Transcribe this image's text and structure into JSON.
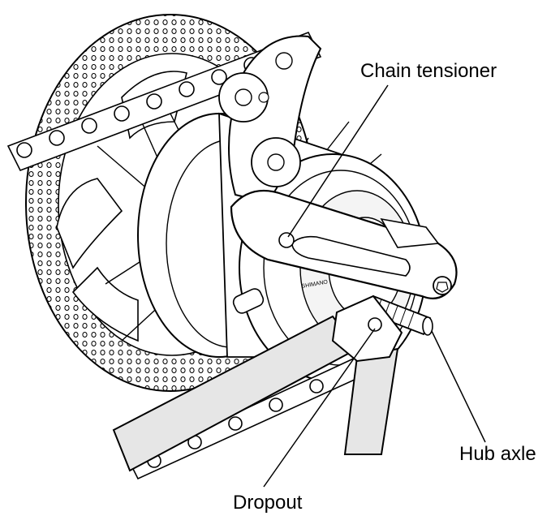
{
  "labels": {
    "chain_tensioner": "Chain tensioner",
    "hub_axle": "Hub axle",
    "dropout": "Dropout"
  },
  "hub_marking": "SHIMANO",
  "colors": {
    "line": "#000000",
    "fill": "#ffffff",
    "shade": "#e6e6e6"
  }
}
